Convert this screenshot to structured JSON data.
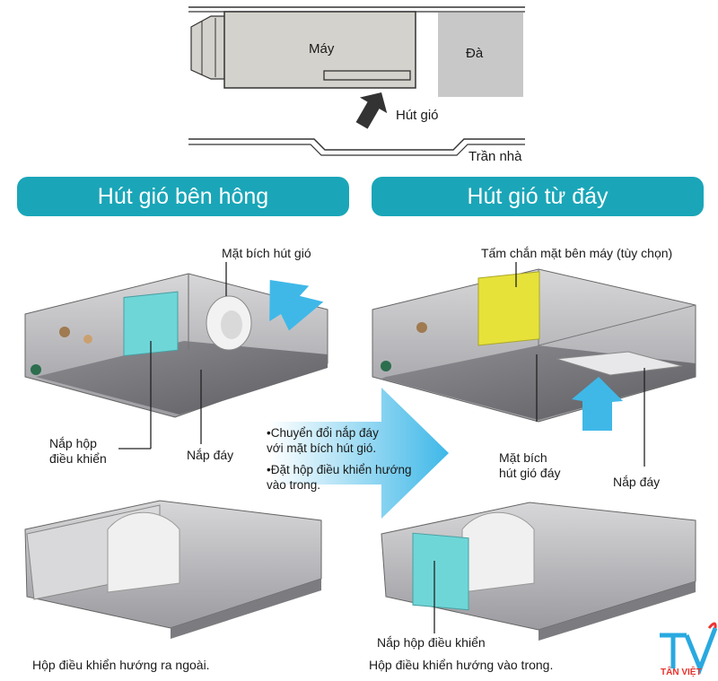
{
  "top_diagram": {
    "unit_label": "Máy",
    "beam_label": "Đà",
    "intake_label": "Hút gió",
    "ceiling_label": "Trần nhà"
  },
  "banners": {
    "left": "Hút gió bên hông",
    "right": "Hút gió từ đáy"
  },
  "left_panel": {
    "flange_label": "Mặt bích hút gió",
    "control_box_cover_label": "Nắp hộp\nđiều khiển",
    "bottom_cover_label": "Nắp đáy",
    "caption": "Hộp điều khiển hướng ra ngoài."
  },
  "middle_arrow": {
    "bullets": [
      "•Chuyển đổi nắp đáy\n với mặt bích hút gió.",
      "•Đặt hộp điều khiển hướng\n vào trong."
    ]
  },
  "right_panel": {
    "side_panel_label": "Tấm chắn mặt bên máy (tùy chọn)",
    "bottom_flange_label": "Mặt bích\nhút gió đáy",
    "bottom_cover_label": "Nắp đáy",
    "control_box_cover_label": "Nắp hộp điều khiển",
    "caption": "Hộp điều khiển hướng vào trong."
  },
  "logo": {
    "mark": "TV",
    "name": "TÂN VIỆT"
  },
  "colors": {
    "banner": "#1aa6b8",
    "airflow_arrow": "#3fb8e8",
    "control_cover": "#6fd6d8",
    "side_panel_option": "#e6e23a"
  }
}
